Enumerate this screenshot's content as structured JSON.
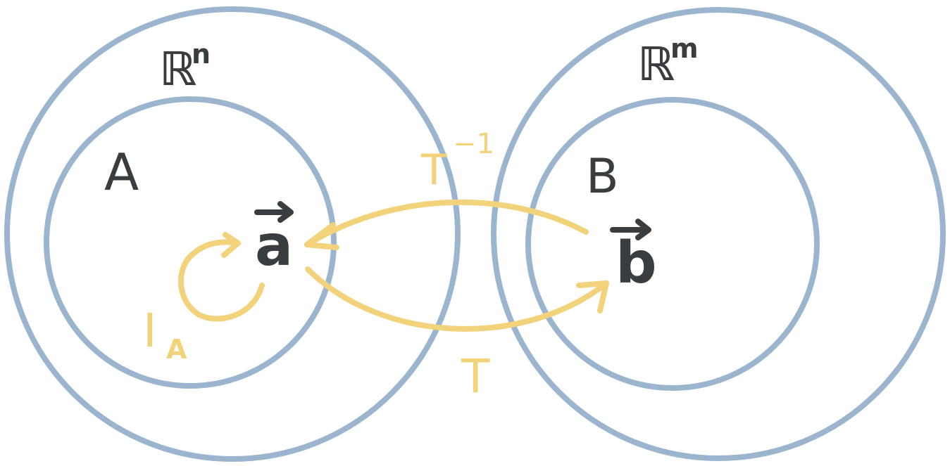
{
  "colors": {
    "circle": "#9bb5cf",
    "arrow": "#f2d27a",
    "text": "#3a3d40",
    "background": "#ffffff"
  },
  "left_space": {
    "label": "ℝ",
    "superscript": "n",
    "subset_label": "A",
    "vector": "a"
  },
  "right_space": {
    "label": "ℝ",
    "superscript": "m",
    "subset_label": "B",
    "vector": "b"
  },
  "maps": {
    "forward": "T",
    "inverse_base": "T",
    "inverse_superscript": "−1",
    "identity_base": "I",
    "identity_subscript": "A"
  }
}
